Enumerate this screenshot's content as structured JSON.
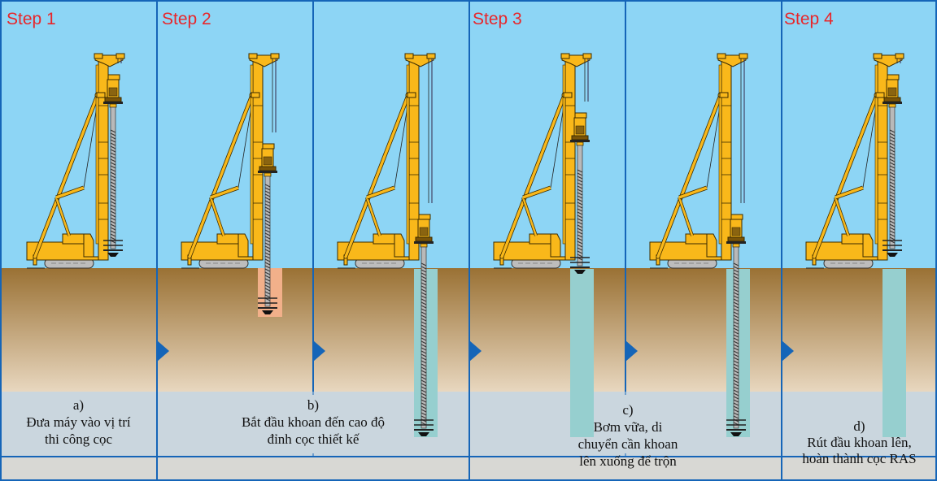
{
  "colors": {
    "sky": "#8dd5f5",
    "soil_top": "#9a7134",
    "soil_bottom": "#e8d7bf",
    "caption_band": "#cad6de",
    "bottom_band": "#d8d8d4",
    "divider": "#1565b8",
    "step_label": "#e8262a",
    "rig_yellow": "#f9b81a",
    "hole_orange": "#f2b08a",
    "grout_column": "#96cfcf"
  },
  "steps": [
    {
      "label": "Step 1"
    },
    {
      "label": "Step 2"
    },
    {
      "label": "Step 3"
    },
    {
      "label": "Step 4"
    }
  ],
  "captions": [
    {
      "letter": "a)",
      "lines": [
        "Đưa máy vào vị trí",
        "thi công cọc"
      ]
    },
    {
      "letter": "b)",
      "lines": [
        "Bắt đầu khoan đến cao độ",
        "đỉnh cọc thiết kế"
      ]
    },
    {
      "letter": "c)",
      "lines": [
        "Bơm vữa, di",
        "chuyển cần khoan",
        "lên xuống để trộn"
      ]
    },
    {
      "letter": "d)",
      "lines": [
        "Rút đầu khoan lên,",
        "hoàn thành cọc RAS"
      ]
    }
  ],
  "panels": [
    {
      "head": "top",
      "auger": "up",
      "hole": "none"
    },
    {
      "head": "mid",
      "auger": "shallow",
      "hole": "orange"
    },
    {
      "head": "low",
      "auger": "deep",
      "hole": "grout"
    },
    {
      "head": "mid-high",
      "auger": "surface",
      "hole": "grout"
    },
    {
      "head": "low",
      "auger": "deep",
      "hole": "grout"
    },
    {
      "head": "top",
      "auger": "up",
      "hole": "grout"
    }
  ]
}
